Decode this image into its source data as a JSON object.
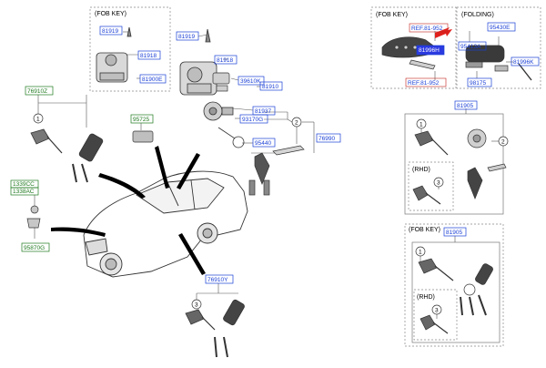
{
  "sections": {
    "fob_key_top_left": "(FOB KEY)",
    "fob_key_top_right": "(FOB KEY)",
    "folding": "(FOLDING)",
    "rhd_1": "(RHD)",
    "fob_key_lower_right": "(FOB KEY)",
    "rhd_2": "(RHD)"
  },
  "parts": {
    "p81919_a": "81919",
    "p81918_a": "81918",
    "p81900e": "81900E",
    "p81919_b": "81919",
    "p81918_b": "81918",
    "p39610k": "39610K",
    "p81910": "81910",
    "p76910z": "76910Z",
    "p95725": "95725",
    "p81937": "81937",
    "p93170g": "93170G",
    "p95440": "95440",
    "p76990": "76990",
    "p1339cc": "1339CC",
    "p1338ac": "1338AC",
    "p95870g": "95870G",
    "p76910y": "76910Y",
    "p_ref_a": "REF.81-952",
    "p81996h": "81996H",
    "p_ref_b": "REF.81-952",
    "p95430e": "95430E",
    "p95413a": "95413A",
    "p81996k": "81996K",
    "p98175": "98175",
    "p81905_a": "81905",
    "p81905_b": "81905"
  },
  "circles": {
    "c1_a": "1",
    "c2_a": "2",
    "c1_b": "1",
    "c2_b": "2",
    "c3_a": "3",
    "c1_c": "1",
    "c3_b": "3",
    "c3_c": "3"
  },
  "colors": {
    "label_blue": "#1a3fd6",
    "label_green": "#1f7a1f",
    "highlight_fill": "#2b39e0",
    "arrow_red": "#e0201c",
    "line": "#555555",
    "dashed_box": "#777777"
  }
}
